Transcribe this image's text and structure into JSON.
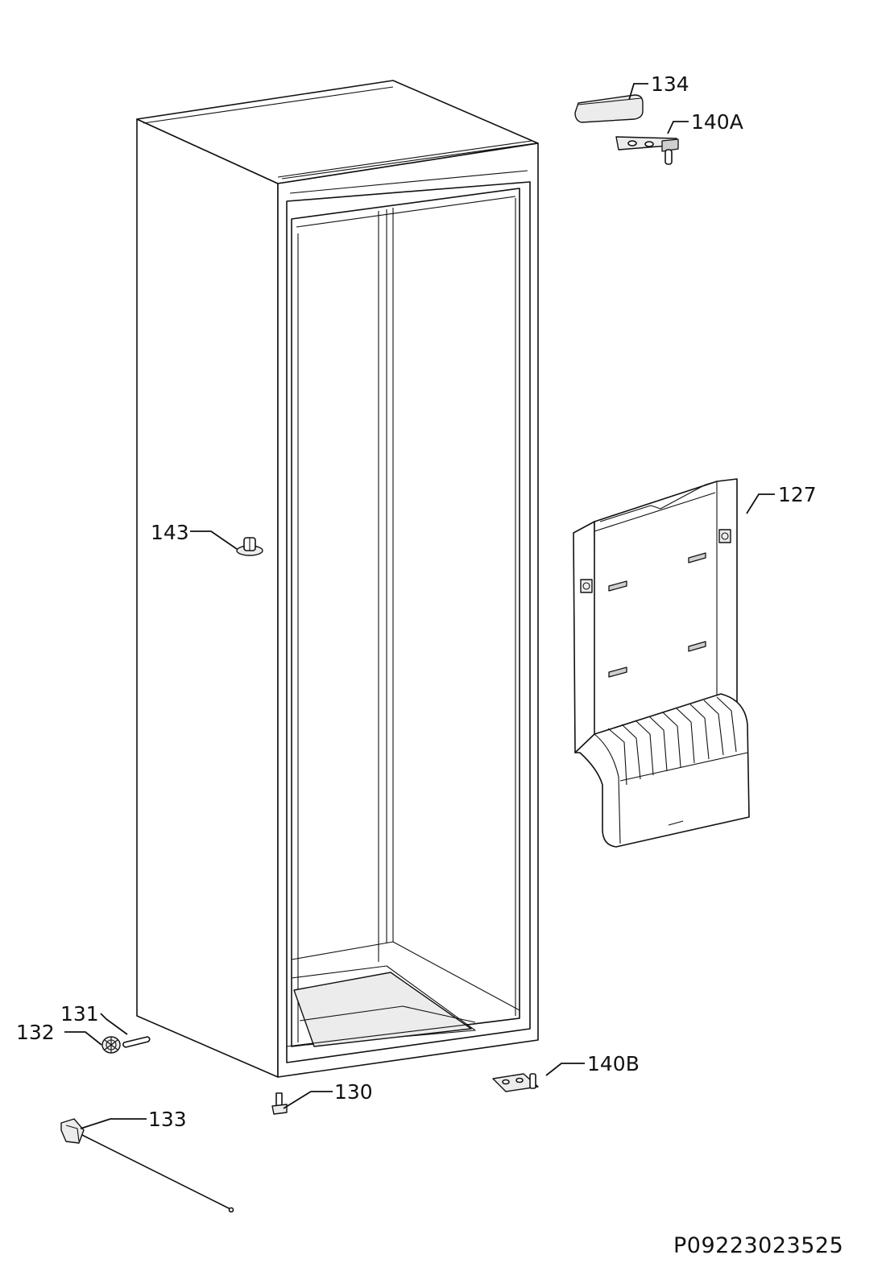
{
  "document_code": "P09223023525",
  "parts": [
    {
      "id": "p134",
      "number": "134"
    },
    {
      "id": "p140a",
      "number": "140A"
    },
    {
      "id": "p127",
      "number": "127"
    },
    {
      "id": "p143",
      "number": "143"
    },
    {
      "id": "p131",
      "number": "131"
    },
    {
      "id": "p132",
      "number": "132"
    },
    {
      "id": "p140b",
      "number": "140B"
    },
    {
      "id": "p130",
      "number": "130"
    },
    {
      "id": "p133",
      "number": "133"
    }
  ]
}
